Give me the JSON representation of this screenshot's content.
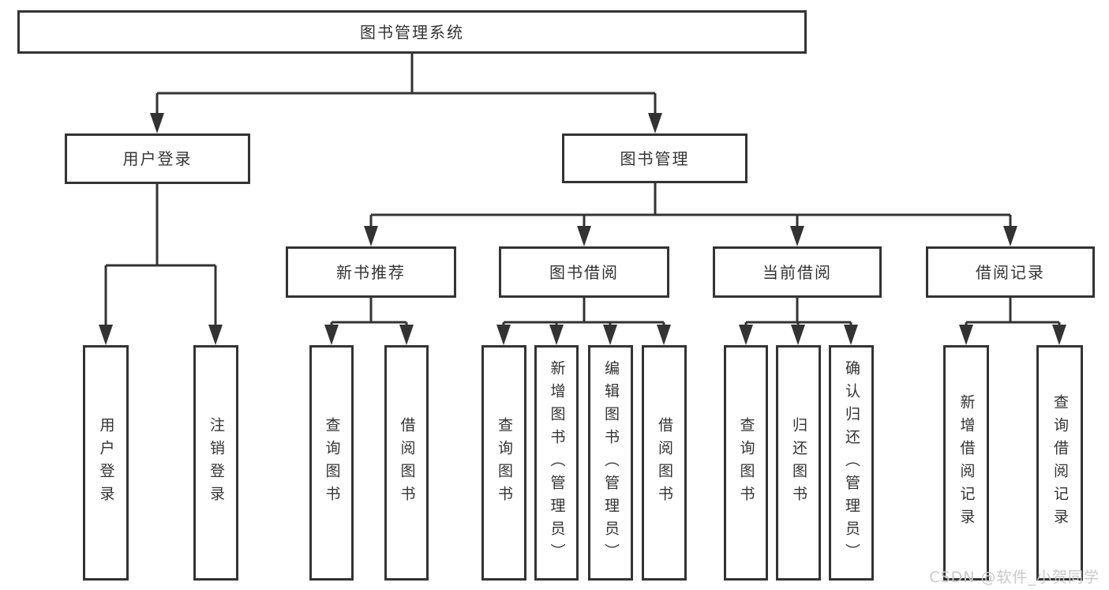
{
  "diagram": {
    "kind": "hierarchy-tree",
    "line_color": "#333333",
    "box_background": "#ffffff",
    "text_color": "#333333"
  },
  "tree": {
    "root": {
      "label": "图书管理系统",
      "children": [
        {
          "label": "用户登录",
          "children": [
            {
              "label": "用户登录"
            },
            {
              "label": "注销登录"
            }
          ]
        },
        {
          "label": "图书管理",
          "children": [
            {
              "label": "新书推荐",
              "children": [
                {
                  "label": "查询图书"
                },
                {
                  "label": "借阅图书"
                }
              ]
            },
            {
              "label": "图书借阅",
              "children": [
                {
                  "label": "查询图书"
                },
                {
                  "label": "新增图书（管理员）"
                },
                {
                  "label": "编辑图书（管理员）"
                },
                {
                  "label": "借阅图书"
                }
              ]
            },
            {
              "label": "当前借阅",
              "children": [
                {
                  "label": "查询图书"
                },
                {
                  "label": "归还图书"
                },
                {
                  "label": "确认归还（管理员）"
                }
              ]
            },
            {
              "label": "借阅记录",
              "children": [
                {
                  "label": "新增借阅记录"
                },
                {
                  "label": "查询借阅记录"
                }
              ]
            }
          ]
        }
      ]
    }
  },
  "watermark": {
    "text": "CSDN @软件_小贺同学"
  }
}
